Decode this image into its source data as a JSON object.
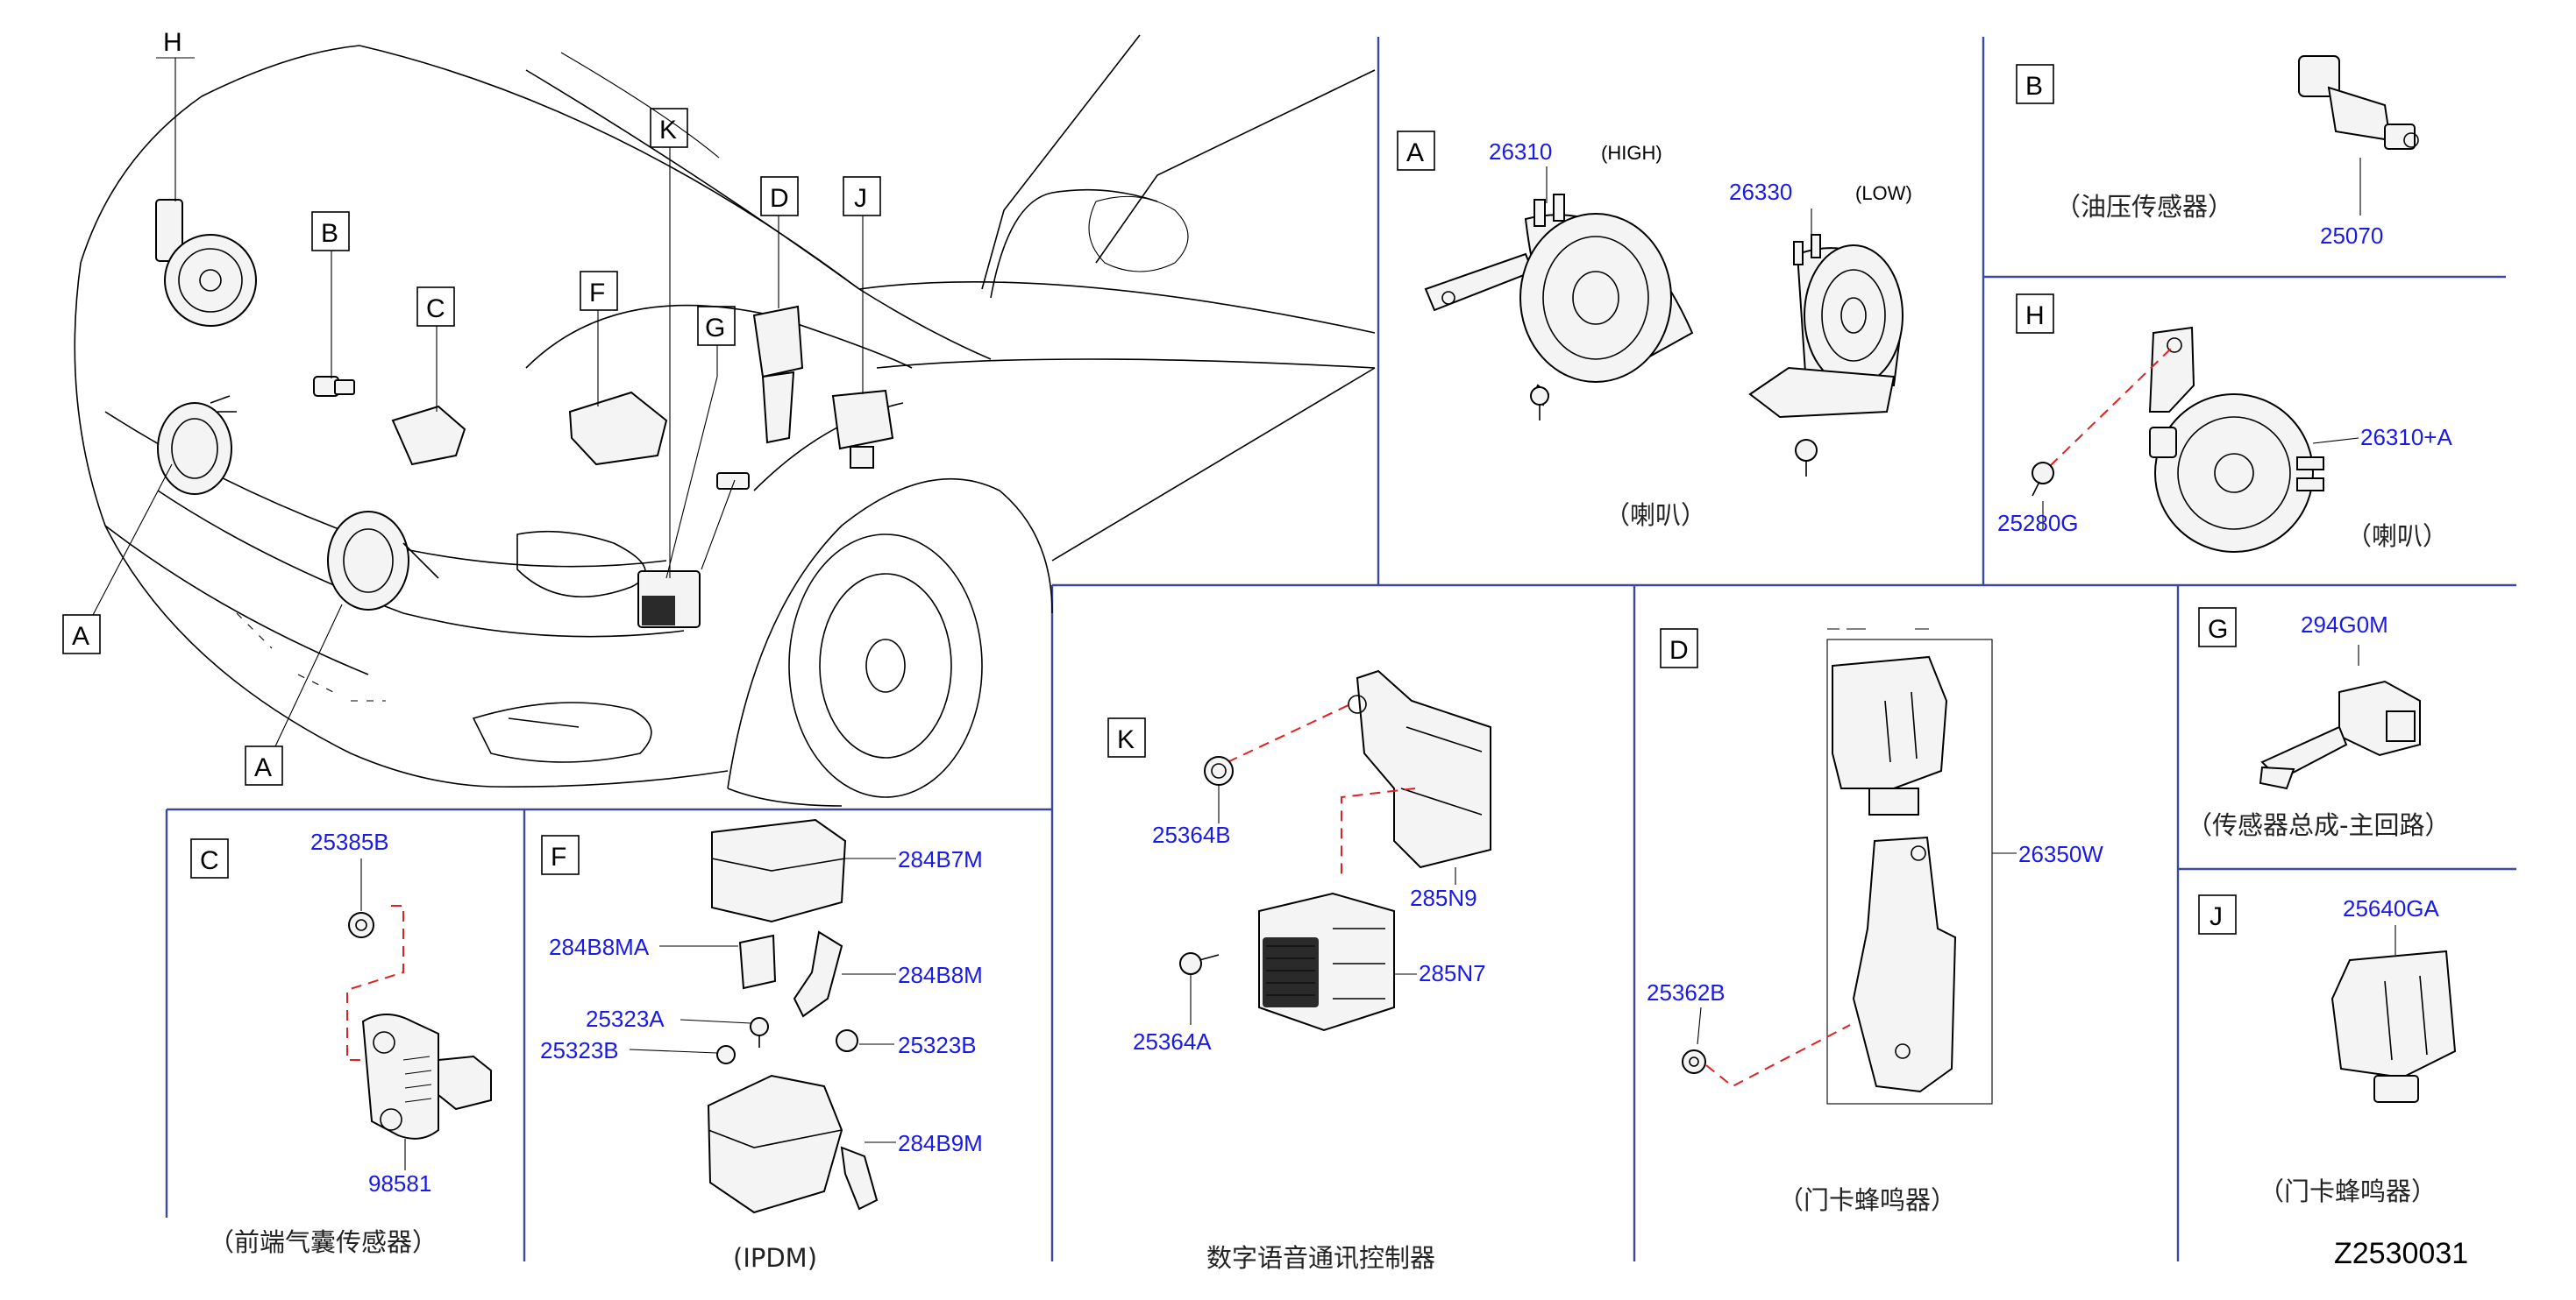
{
  "drawing_id": "Z2530031",
  "overview": {
    "callouts": [
      "H",
      "B",
      "C",
      "F",
      "K",
      "D",
      "J",
      "G",
      "A",
      "A"
    ]
  },
  "sections": {
    "A": {
      "letter": "A",
      "parts": [
        "26310",
        "26330"
      ],
      "variants": [
        "(HIGH)",
        "(LOW)"
      ],
      "caption": "（喇叭）"
    },
    "B": {
      "letter": "B",
      "parts": [
        "25070"
      ],
      "caption": "（油压传感器）"
    },
    "H": {
      "letter": "H",
      "parts": [
        "26310+A",
        "25280G"
      ],
      "caption": "（喇叭）"
    },
    "C": {
      "letter": "C",
      "parts": [
        "25385B",
        "98581"
      ],
      "caption": "（前端气囊传感器）"
    },
    "F": {
      "letter": "F",
      "parts": [
        "284B7M",
        "284B8MA",
        "284B8M",
        "25323A",
        "25323B",
        "25323B",
        "284B9M"
      ],
      "caption": "(IPDM)"
    },
    "K": {
      "letter": "K",
      "parts": [
        "25364B",
        "285N9",
        "285N7",
        "25364A"
      ],
      "caption": "数字语音通讯控制器"
    },
    "D": {
      "letter": "D",
      "parts": [
        "26350W",
        "25362B"
      ],
      "caption": "（门卡蜂鸣器）"
    },
    "G": {
      "letter": "G",
      "parts": [
        "294G0M"
      ],
      "caption": "（传感器总成-主回路）"
    },
    "J": {
      "letter": "J",
      "parts": [
        "25640GA"
      ],
      "caption": "（门卡蜂鸣器）"
    }
  }
}
